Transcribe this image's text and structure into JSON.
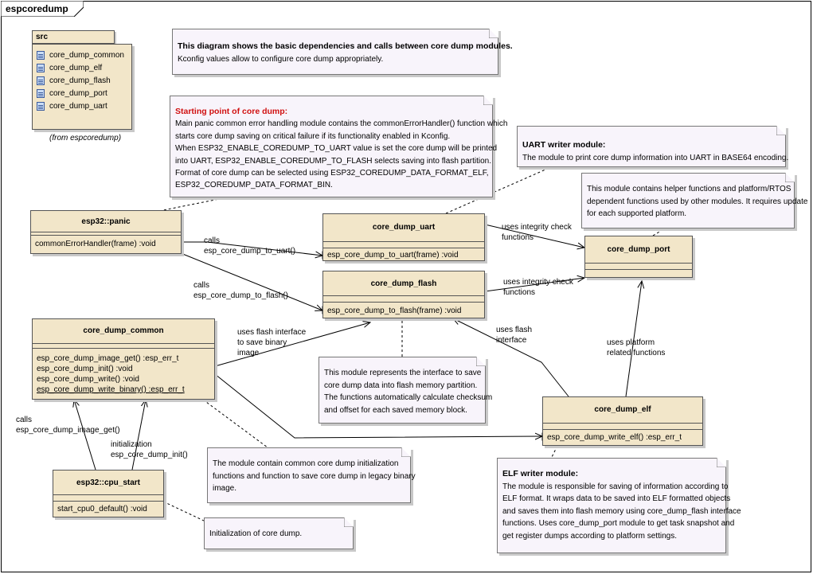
{
  "diagram": {
    "title": "espcoredump"
  },
  "package": {
    "name": "src",
    "items": [
      "core_dump_common",
      "core_dump_elf",
      "core_dump_flash",
      "core_dump_port",
      "core_dump_uart"
    ],
    "caption": "(from espcoredump)"
  },
  "notes": {
    "overview": {
      "title": "This diagram shows the basic dependencies and calls between core dump modules.",
      "lines": [
        "Kconfig values allow to configure core dump appropriately."
      ]
    },
    "start": {
      "title": "Starting point of core dump:",
      "lines": [
        "Main panic  common error handling module contains the commonErrorHandler() function which",
        "starts core dump saving on critical failure if its functionality enabled in Kconfig.",
        "When ESP32_ENABLE_COREDUMP_TO_UART value is set the core dump will be printed",
        "into UART, ESP32_ENABLE_COREDUMP_TO_FLASH selects saving into flash partition.",
        "Format of core dump can be selected using ESP32_COREDUMP_DATA_FORMAT_ELF,",
        "ESP32_COREDUMP_DATA_FORMAT_BIN."
      ]
    },
    "uart": {
      "title": "UART writer module:",
      "lines": [
        "The module to print core dump information into UART in BASE64 encoding."
      ]
    },
    "port": {
      "lines": [
        "This module contains helper functions and platform/RTOS",
        "dependent functions used by other modules. It requires update",
        "for each supported platform."
      ]
    },
    "flash": {
      "lines": [
        "This module represents the interface to save",
        "core dump data into flash memory partition.",
        "The functions automatically calculate checksum",
        "and offset for each saved memory block."
      ]
    },
    "common": {
      "lines": [
        "The module contain common core dump initialization",
        "functions and function to save core dump in legacy binary",
        "image."
      ]
    },
    "init": {
      "lines": [
        "Initialization of core dump."
      ]
    },
    "elf": {
      "title": "ELF writer module:",
      "lines": [
        "The module is responsible for saving of information according to",
        "ELF format. It wraps data to be saved into ELF formatted objects",
        "and saves them into flash memory using core_dump_flash interface",
        "functions. Uses core_dump_port module to get task snapshot and",
        "get register dumps according to platform settings."
      ]
    }
  },
  "classes": {
    "panic": {
      "name": "esp32::panic",
      "ops": [
        "commonErrorHandler(frame)  :void"
      ]
    },
    "uart": {
      "name": "core_dump_uart",
      "ops": [
        "esp_core_dump_to_uart(frame)  :void"
      ]
    },
    "flash": {
      "name": "core_dump_flash",
      "ops": [
        "esp_core_dump_to_flash(frame)  :void"
      ]
    },
    "port": {
      "name": "core_dump_port",
      "ops": []
    },
    "common": {
      "name": "core_dump_common",
      "ops": [
        "esp_core_dump_image_get()  :esp_err_t",
        "esp_core_dump_init()  :void",
        "esp_core_dump_write()  :void",
        "esp_core_dump_write_binary()  :esp_err_t"
      ]
    },
    "elf": {
      "name": "core_dump_elf",
      "ops": [
        "esp_core_dump_write_elf()  :esp_err_t"
      ]
    },
    "cpu_start": {
      "name": "esp32::cpu_start",
      "ops": [
        "start_cpu0_default()  :void"
      ]
    }
  },
  "labels": {
    "panic_uart": [
      "calls",
      "esp_core_dump_to_uart()"
    ],
    "panic_flash": [
      "calls",
      "esp_core_dump_to_flash()"
    ],
    "uart_port": [
      "uses integrity check",
      "functions"
    ],
    "flash_port": [
      "uses integrity check",
      "functions"
    ],
    "common_flash": [
      "uses flash interface",
      "to save binary",
      "image"
    ],
    "elf_flash": [
      "uses flash",
      "interface"
    ],
    "elf_port": [
      "uses platform",
      "related functions"
    ],
    "cpu_image": [
      "calls",
      "esp_core_dump_image_get()"
    ],
    "cpu_init": [
      "initialization",
      "esp_core_dump_init()"
    ]
  },
  "colors": {
    "class_fill": "#f2e6c9",
    "note_fill": "#f8f4fb",
    "note_title_red": "#d01010",
    "line": "#000000"
  }
}
